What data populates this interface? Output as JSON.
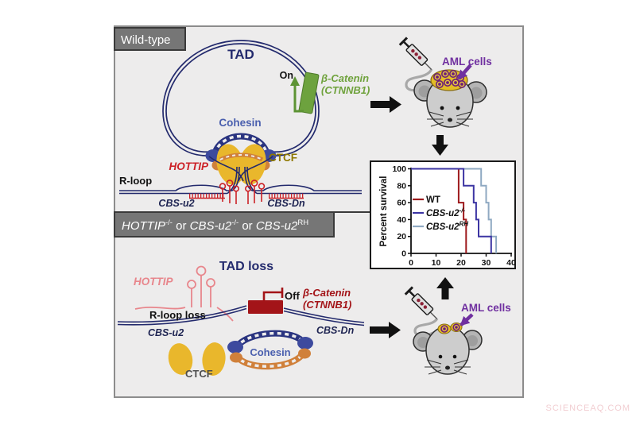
{
  "figure_bg": "#ffffff",
  "panel": {
    "bg": "#edecec",
    "border": "#8c8c8c"
  },
  "labels_wt": {
    "panel_title": "Wild-type",
    "tad": "TAD",
    "on": "On",
    "beta_catenin": "β-Catenin",
    "ctnnb1": "(CTNNB1)",
    "cohesin": "Cohesin",
    "ctcf": "CTCF",
    "hottip": "HOTTIP",
    "r_loop": "R-loop",
    "cbs_u2": "CBS-u2",
    "cbs_dn": "CBS-Dn"
  },
  "labels_mut": {
    "bar_t1": "HOTTIP",
    "bar_s1": "-/-",
    "bar_t2": " or ",
    "bar_t3": "CBS-u2",
    "bar_s2": "-/-",
    "bar_t4": " or ",
    "bar_t5": "CBS-u2",
    "bar_s3": "RH",
    "tad_loss": "TAD loss",
    "hottip": "HOTTIP",
    "r_loop_loss": "R-loop loss",
    "off": "Off",
    "beta_catenin": "β-Catenin",
    "ctnnb1": "(CTNNB1)",
    "cbs_u2": "CBS-u2",
    "cbs_dn": "CBS-Dn",
    "ctcf": "CTCF",
    "cohesin": "Cohesin"
  },
  "mice": {
    "aml_top": "AML cells",
    "aml_bottom": "AML cells"
  },
  "chart_data": {
    "type": "line",
    "subtype": "kaplan-meier-survival",
    "title": "",
    "xlabel": "",
    "ylabel": "Percent survival",
    "xlim": [
      0,
      40
    ],
    "ylim": [
      0,
      100
    ],
    "x_ticks": [
      0,
      10,
      20,
      30,
      40
    ],
    "y_ticks": [
      0,
      20,
      40,
      60,
      80,
      100
    ],
    "grid": false,
    "legend_position": "inside-left",
    "series": [
      {
        "name": "WT",
        "sup": "",
        "italic": false,
        "color": "#9e1b1e",
        "steps": [
          [
            0,
            100
          ],
          [
            19,
            100
          ],
          [
            19,
            60
          ],
          [
            21,
            60
          ],
          [
            21,
            40
          ],
          [
            22,
            40
          ],
          [
            22,
            0
          ]
        ]
      },
      {
        "name": "CBS-u2",
        "sup": "-/-",
        "italic": true,
        "color": "#3c35a3",
        "steps": [
          [
            0,
            100
          ],
          [
            21,
            100
          ],
          [
            21,
            80
          ],
          [
            25,
            80
          ],
          [
            25,
            60
          ],
          [
            26,
            60
          ],
          [
            26,
            40
          ],
          [
            27,
            40
          ],
          [
            27,
            20
          ],
          [
            32,
            20
          ],
          [
            32,
            0
          ]
        ]
      },
      {
        "name": "CBS-u2",
        "sup": "RH",
        "italic": true,
        "color": "#8fa9c2",
        "steps": [
          [
            0,
            100
          ],
          [
            28,
            100
          ],
          [
            28,
            80
          ],
          [
            30,
            80
          ],
          [
            30,
            60
          ],
          [
            31,
            60
          ],
          [
            31,
            40
          ],
          [
            32,
            40
          ],
          [
            32,
            20
          ],
          [
            34,
            20
          ],
          [
            34,
            0
          ]
        ]
      }
    ]
  },
  "watermark": "SCIENCEAQ.COM",
  "palette": {
    "navy": "#232a6d",
    "hottip_red": "#cc2127",
    "hottip_pink": "#e8868c",
    "gene_green": "#6da23e",
    "green_text": "#6fa23c",
    "ctcf_yellow": "#e9b72c",
    "cohesin_orange": "#d0803a",
    "cohesin_blue": "#3d4a9e",
    "cohesin_text": "#4a5fae",
    "ctcf_text": "#8f7800",
    "off_dark_red": "#a31418",
    "aml_purple": "#7030a0",
    "label_box_gray": "#767676"
  }
}
